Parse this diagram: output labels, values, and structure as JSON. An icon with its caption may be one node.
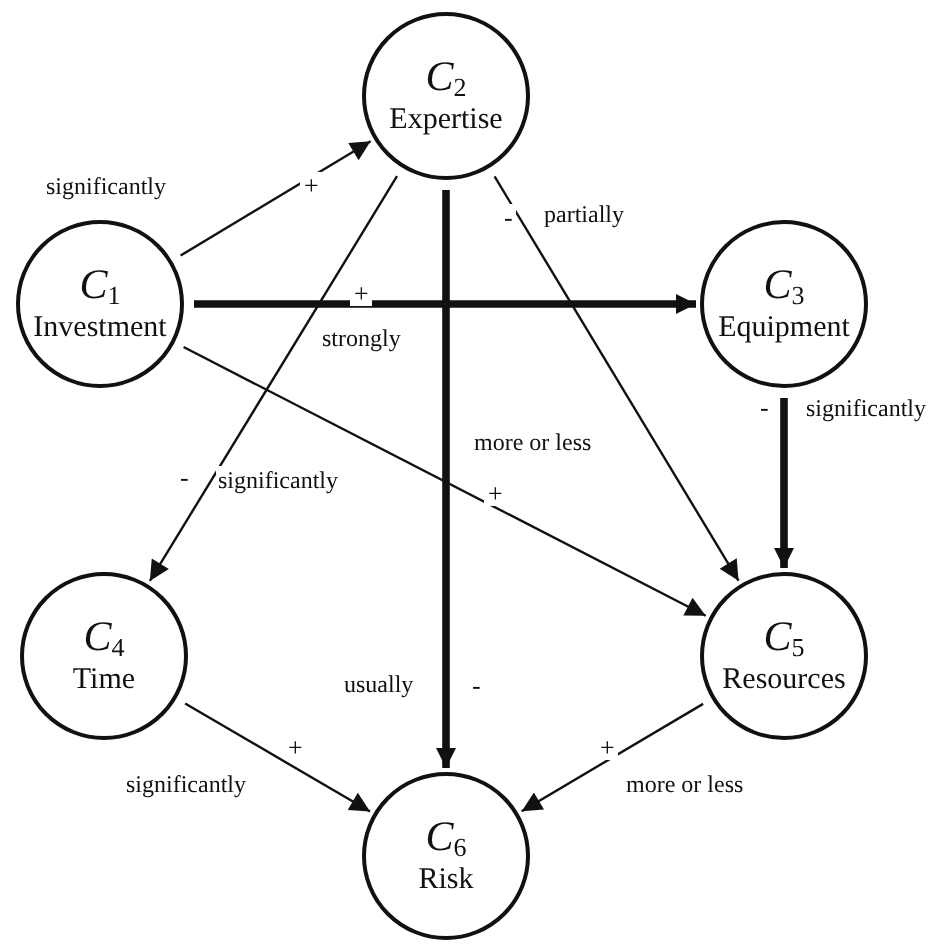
{
  "diagram": {
    "nodes": [
      {
        "text": [
          "*C*$_{2}$",
          "Expertise"
        ]
      },
      {
        "text": [
          "*C*$_{1}$",
          "Investment"
        ]
      },
      {
        "text": [
          "*C*$_{3}$",
          "Equipment"
        ]
      },
      {
        "text": [
          "*C*$_{4}$",
          "Time"
        ]
      },
      {
        "text": [
          "*C*$_{5}$",
          "Resources"
        ]
      },
      {
        "text": [
          "*C*$_{6}$",
          "Risk"
        ]
      }
    ],
    "edges": [
      {
        "from": 1,
        "to": 0,
        "arrow": "to",
        "label": "significantly"
      },
      {
        "from": 1,
        "to": 2,
        "arrow": "to",
        "label": "strongly",
        "style": "thick"
      },
      {
        "from": 1,
        "to": 4,
        "arrow": "to",
        "label": "more or less"
      },
      {
        "from": 0,
        "to": 3,
        "arrow": "to",
        "label": "significantly"
      },
      {
        "from": 0,
        "to": 5,
        "arrow": "to",
        "label": "usually",
        "style": "thick"
      },
      {
        "from": 0,
        "to": 4,
        "arrow": "to",
        "label": "partially"
      },
      {
        "from": 2,
        "to": 4,
        "arrow": "to",
        "label": "significantly",
        "style": "thick"
      },
      {
        "from": 3,
        "to": 5,
        "arrow": "to",
        "label": "significantly"
      },
      {
        "from": 4,
        "to": 5,
        "arrow": "to",
        "label": "more or less"
      }
    ],
    "labels": [
      "+",
      "-",
      "+",
      "-",
      "-",
      "+",
      "-",
      "+",
      "+"
    ]
  }
}
